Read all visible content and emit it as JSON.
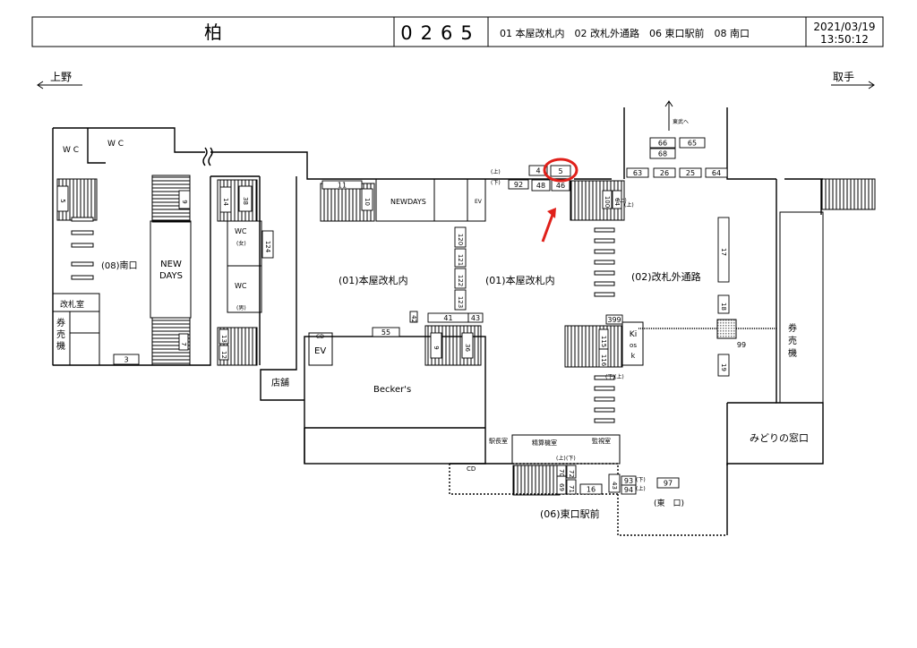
{
  "header": {
    "station": "柏",
    "code": "0265",
    "areas": "01 本屋改札内　02 改札外通路　06 東口駅前　08 南口",
    "date": "2021/03/19",
    "time": "13:50:12"
  },
  "directions": {
    "west": "上野",
    "east": "取手",
    "tobu": "東武へ"
  },
  "areas": {
    "south_exit": "(08)南口",
    "honya_a": "(01)本屋改札内",
    "honya_b": "(01)本屋改札内",
    "passage": "(02)改札外通路",
    "east_exit": "(06)東口駅前",
    "east_kuchi": "(東　口)"
  },
  "facilities": {
    "wc1": "W C",
    "wc2": "W C",
    "wc3": "WC",
    "wc3_sub": "(女)",
    "wc4": "WC",
    "wc4_sub": "(男)",
    "newdays_south": [
      "NEW",
      "DAYS"
    ],
    "newdays_main": "NEWDAYS",
    "ev": "EV",
    "ev2": "EV",
    "cd": "CD",
    "cd2": "CD",
    "kaisatsu": "改札室",
    "ticket_west": [
      "券",
      "売",
      "機"
    ],
    "ticket_east": [
      "券",
      "売",
      "機"
    ],
    "shop": "店舗",
    "beckers": "Becker's",
    "kiosk": [
      "Ki",
      "os",
      "k"
    ],
    "midori": "みどりの窓口",
    "stationmaster": "駅長室",
    "seisan": "精算機室",
    "kanshi": "監視室"
  },
  "markers": {
    "up": "(上)",
    "down": "(下)",
    "m3": "3",
    "m4": "4",
    "m5": "5",
    "m5b": "5",
    "m9": "9",
    "m9b": "9",
    "m10": "10",
    "m11": "11",
    "m12": "12",
    "m13": "13",
    "m14": "14",
    "m16": "16",
    "m17": "17",
    "m18": "18",
    "m19": "19",
    "m25": "25",
    "m26": "26",
    "m36": "36",
    "m38": "38",
    "m41": "41",
    "m42": "42",
    "m43": "43",
    "m46": "46",
    "m48": "48",
    "m55": "55",
    "m63": "63",
    "m64": "64",
    "m64b": "64",
    "m65": "65",
    "m66": "66",
    "m68": "68",
    "m69": "69",
    "m70": "70",
    "m71": "71",
    "m72": "72",
    "m92": "92",
    "m93": "93",
    "m94": "94",
    "m97": "97",
    "m99": "99",
    "m100": "100",
    "m115": "115",
    "m116": "116",
    "m120": "120",
    "m121": "121",
    "m122": "122",
    "m123": "123",
    "m124": "124",
    "m399": "399",
    "m7": "7"
  },
  "highlight": {
    "marker": "5",
    "color": "#e0201a"
  }
}
